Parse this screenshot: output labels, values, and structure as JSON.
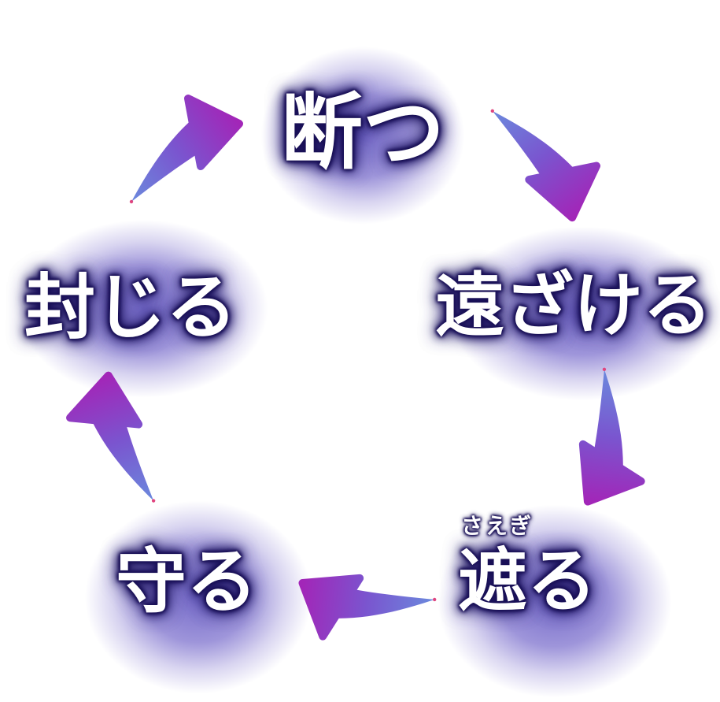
{
  "diagram": {
    "type": "cycle",
    "nodes": [
      {
        "id": "tatsu",
        "label": "断つ",
        "furigana": "",
        "position": "top"
      },
      {
        "id": "toozakeru",
        "label": "遠ざける",
        "furigana": "",
        "position": "right"
      },
      {
        "id": "saegiru",
        "label": "遮る",
        "furigana": "さえぎ",
        "position": "bottom-right"
      },
      {
        "id": "mamoru",
        "label": "守る",
        "furigana": "",
        "position": "bottom-left"
      },
      {
        "id": "fuujiru",
        "label": "封じる",
        "furigana": "",
        "position": "left"
      }
    ],
    "arrows": [
      {
        "from": "断つ",
        "to": "遠ざける"
      },
      {
        "from": "遠ざける",
        "to": "遮る"
      },
      {
        "from": "遮る",
        "to": "守る"
      },
      {
        "from": "守る",
        "to": "封じる"
      },
      {
        "from": "封じる",
        "to": "断つ"
      }
    ],
    "colors": {
      "background": "#ffffff",
      "glow_center": "#756ac9",
      "glow_mid": "#9e95da",
      "glow_outer": "#d8d4f0",
      "text": "#ffffff",
      "text_outline": "#1a1157",
      "text_halo": "#2c2376",
      "arrow_tail": "#6b89dd",
      "arrow_mid": "#7a55cf",
      "arrow_head": "#a226b8",
      "arrow_tail_tip": "#e0457f"
    }
  }
}
